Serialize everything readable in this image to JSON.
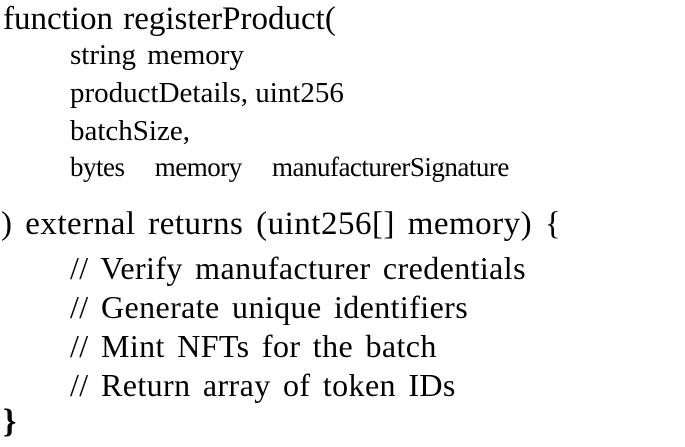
{
  "code": {
    "lines": [
      "function registerProduct(",
      "string memory",
      "productDetails, uint256",
      "batchSize,",
      "bytes memory manufacturerSignature",
      ") external returns (uint256[] memory) {",
      "// Verify manufacturer credentials",
      "// Generate unique identifiers",
      "// Mint NFTs for the batch",
      "// Return array of token IDs",
      "}"
    ]
  }
}
